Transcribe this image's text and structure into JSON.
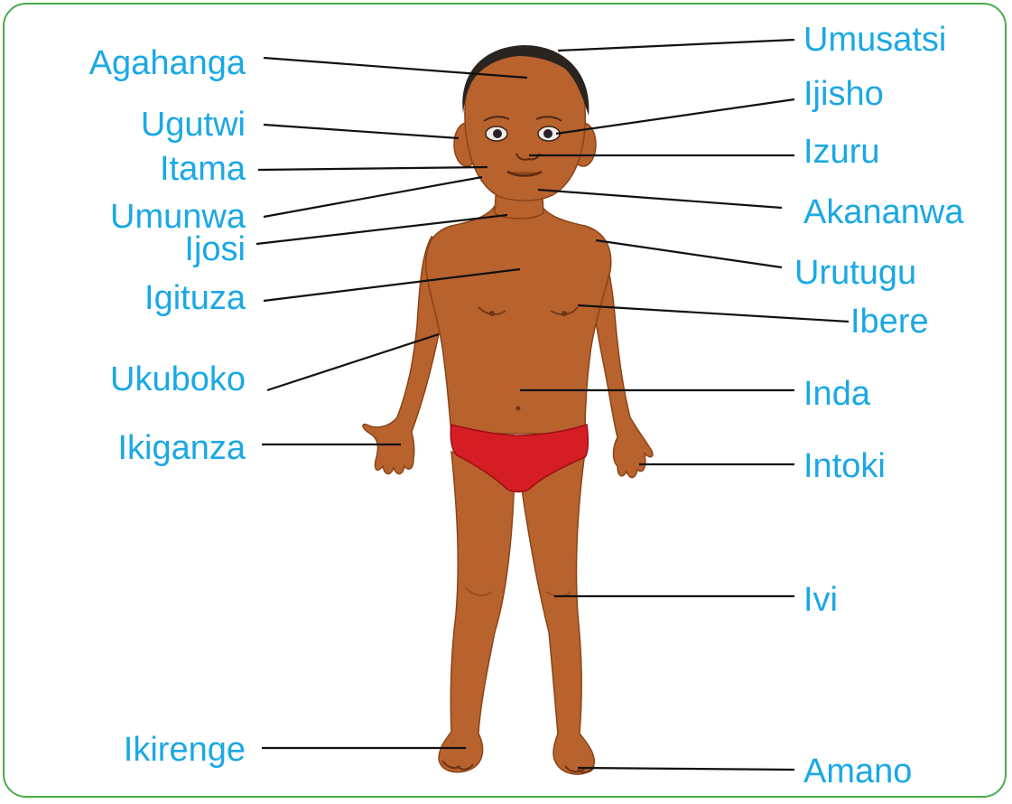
{
  "colors": {
    "label": "#1aa8e6",
    "leader": "#111111",
    "border": "#4aab4a",
    "skin": "#b8622e",
    "skin_shadow": "#8a4418",
    "hair": "#2a2420",
    "briefs": "#d41e24"
  },
  "labels_left": [
    {
      "id": "agahanga",
      "text": "Agahanga"
    },
    {
      "id": "ugutwi",
      "text": "Ugutwi"
    },
    {
      "id": "itama",
      "text": "Itama"
    },
    {
      "id": "umunwa",
      "text": "Umunwa"
    },
    {
      "id": "ijosi",
      "text": "Ijosi"
    },
    {
      "id": "igituza",
      "text": "Igituza"
    },
    {
      "id": "ukuboko",
      "text": "Ukuboko"
    },
    {
      "id": "ikiganza",
      "text": "Ikiganza"
    },
    {
      "id": "ikirenge",
      "text": "Ikirenge"
    }
  ],
  "labels_right": [
    {
      "id": "umusatsi",
      "text": "Umusatsi"
    },
    {
      "id": "ijisho",
      "text": "Ijisho"
    },
    {
      "id": "izuru",
      "text": "Izuru"
    },
    {
      "id": "akananwa",
      "text": "Akananwa"
    },
    {
      "id": "urutugu",
      "text": "Urutugu"
    },
    {
      "id": "ibere",
      "text": "Ibere"
    },
    {
      "id": "inda",
      "text": "Inda"
    },
    {
      "id": "intoki",
      "text": "Intoki"
    },
    {
      "id": "ivi",
      "text": "Ivi"
    },
    {
      "id": "amano",
      "text": "Amano"
    }
  ]
}
